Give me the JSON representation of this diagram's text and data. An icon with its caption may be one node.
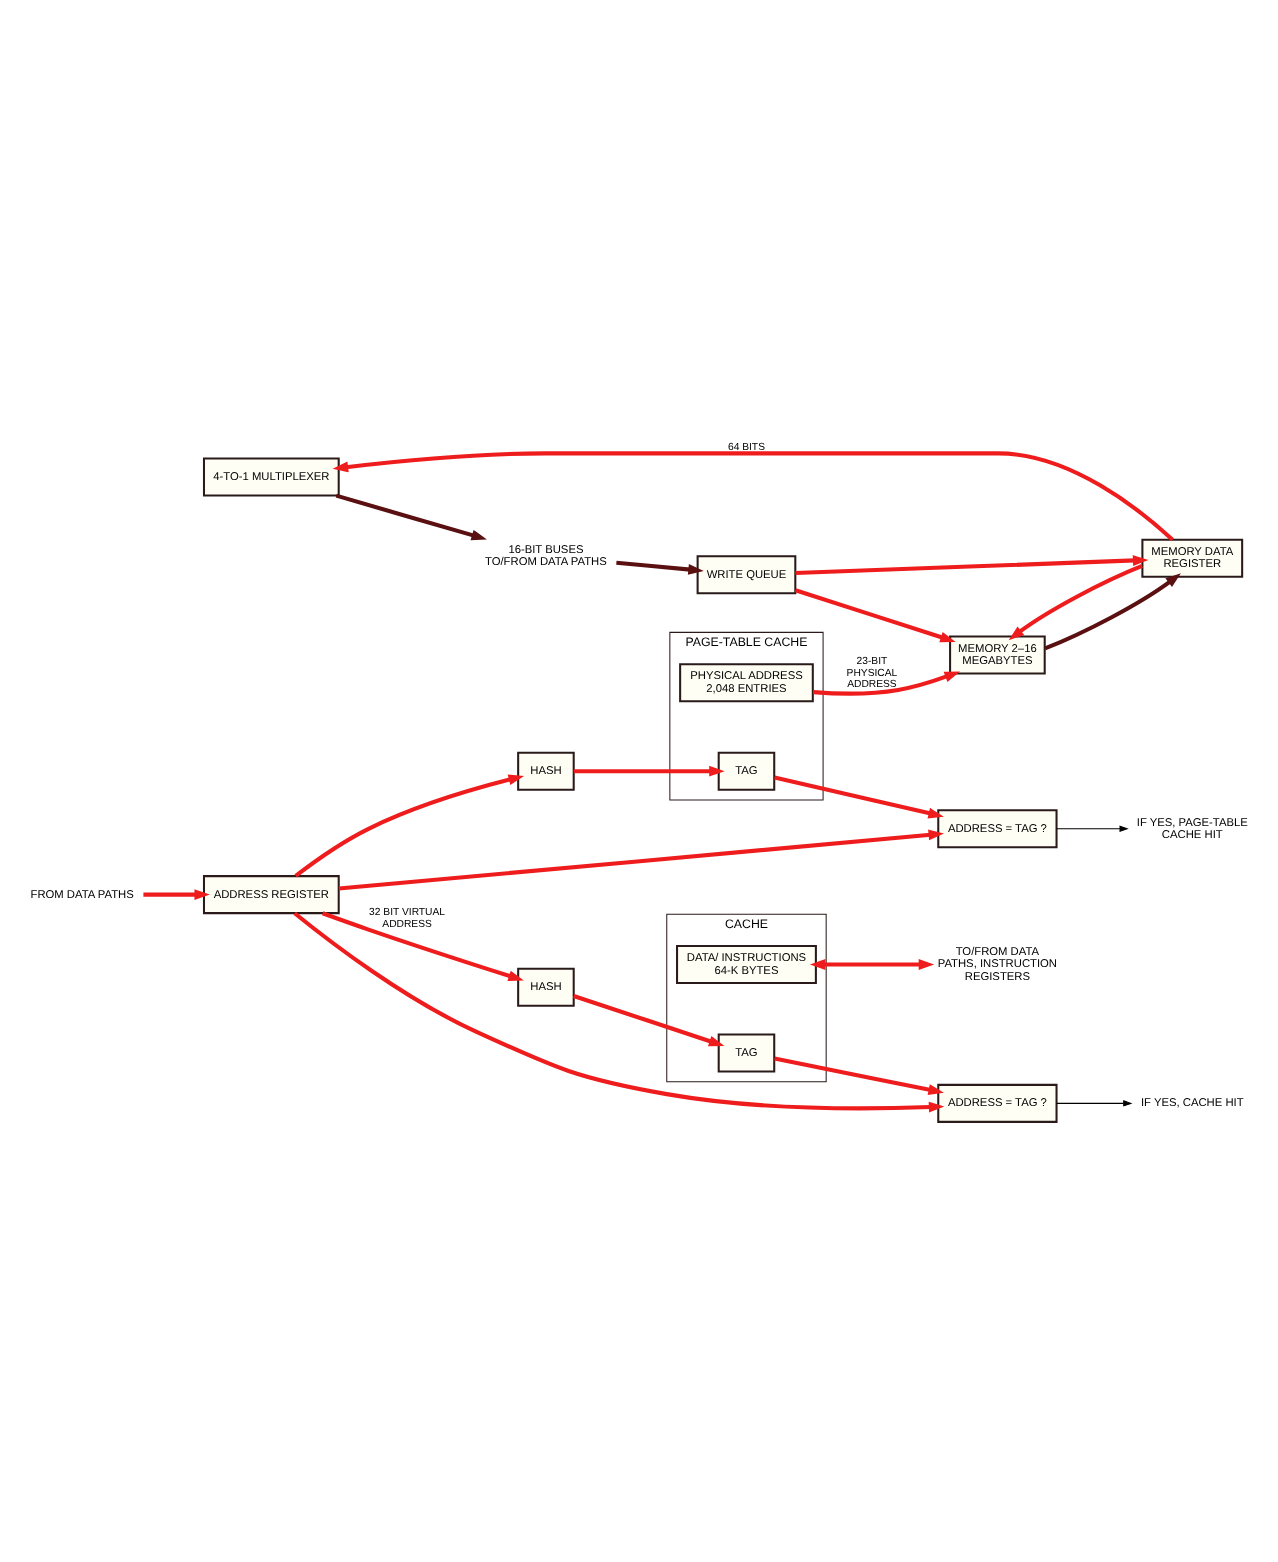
{
  "diagram": {
    "nodes": [
      {
        "text": [
          "ADDRESS REGISTER"
        ]
      },
      {
        "text": [
          "HASH"
        ]
      },
      {
        "text": [
          "CACHE"
        ]
      },
      {
        "text": [
          "TAG"
        ],
        "in": 2
      },
      {
        "text": [
          "DATA/ INSTRUCTIONS 64-K BYTES"
        ],
        "in": 2
      },
      {
        "text": [
          "ADDRESS = TAG ?"
        ]
      },
      {
        "text": [
          "HASH"
        ]
      },
      {
        "text": [
          "PAGE-TABLE CACHE"
        ]
      },
      {
        "text": [
          "TAG"
        ],
        "in": 7
      },
      {
        "text": [
          "PHYSICAL ADDRESS 2,048 ENTRIES"
        ],
        "in": 7
      },
      {
        "text": [
          "ADDRESS = TAG ?"
        ]
      },
      {
        "text": [
          "4-TO-1 MULTIPLEXER"
        ]
      },
      {
        "text": [
          "WRITE QUEUE"
        ]
      },
      {
        "text": [
          "MEMORY 2–16 MEGABYTES"
        ]
      },
      {
        "text": [
          "MEMORY DATA REGISTER"
        ]
      },
      {
        "text": [
          "FROM DATA PATHS"
        ]
      },
      {
        "text": [
          "IF YES, CACHE HIT"
        ]
      },
      {
        "text": [
          "TO/FROM DATA PATHS, INSTRUCTION REGISTERS"
        ]
      },
      {
        "text": [
          "IF YES, PAGE-TABLE CACHE HIT"
        ]
      },
      {
        "text": [
          "16-BIT BUSES TO/FROM DATA PATHS"
        ]
      }
    ],
    "edges": [
      {
        "from": 15,
        "to": 0,
        "arrow": "to"
      },
      {
        "from": 0,
        "to": 5,
        "arrow": "to"
      },
      {
        "from": 0,
        "to": 1,
        "arrow": "to",
        "label": "32 BIT VIRTUAL ADDRESS"
      },
      {
        "from": 1,
        "to": 3,
        "arrow": "to"
      },
      {
        "from": 3,
        "to": 5,
        "arrow": "to"
      },
      {
        "from": 5,
        "to": 16,
        "arrow": "to",
        "color": "#000000"
      },
      {
        "from": 4,
        "to": 17,
        "arrow": "both"
      },
      {
        "from": 0,
        "to": 10,
        "arrow": "to"
      },
      {
        "from": 0,
        "to": 6,
        "arrow": "to"
      },
      {
        "from": 6,
        "to": 8,
        "arrow": "to"
      },
      {
        "from": 8,
        "to": 10,
        "arrow": "to"
      },
      {
        "from": 10,
        "to": 18,
        "arrow": "to",
        "color": "#000000"
      },
      {
        "from": 9,
        "to": 13,
        "arrow": "to",
        "label": "23-BIT PHYSICAL ADDRESS"
      },
      {
        "from": 11,
        "to": 19,
        "arrow": "to",
        "color": "#5a1010"
      },
      {
        "from": 19,
        "to": 12,
        "arrow": "to",
        "color": "#5a1010"
      },
      {
        "from": 12,
        "to": 13,
        "arrow": "to"
      },
      {
        "from": 12,
        "to": 14,
        "arrow": "to"
      },
      {
        "from": 13,
        "to": 14,
        "arrow": "to",
        "color": "#5a1010"
      },
      {
        "from": 14,
        "to": 11,
        "arrow": "to",
        "label": "64 BITS"
      },
      {
        "from": 14,
        "to": 13,
        "arrow": "to"
      }
    ]
  }
}
